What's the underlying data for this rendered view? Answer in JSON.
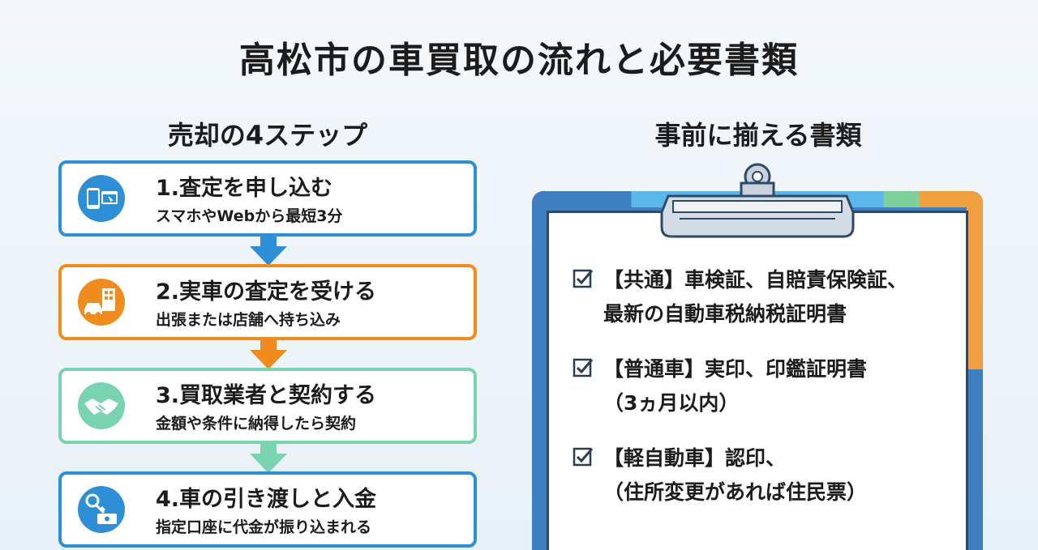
{
  "title": "高松市の車買取の流れと必要書類",
  "steps_section": {
    "title": "売却の4ステップ",
    "steps": [
      {
        "title": "1.査定を申し込む",
        "desc": "スマホやWebから最短3分",
        "color": "#2f8fd6",
        "icon": "smartphone-web-icon"
      },
      {
        "title": "2.実車の査定を受ける",
        "desc": "出張または店舗へ持ち込み",
        "color": "#f08c1e",
        "icon": "car-store-icon"
      },
      {
        "title": "3.買取業者と契約する",
        "desc": "金額や条件に納得したら契約",
        "color": "#79d3b0",
        "icon": "handshake-icon"
      },
      {
        "title": "4.車の引き渡しと入金",
        "desc": "指定口座に代金が振り込まれる",
        "color": "#2f8fd6",
        "icon": "key-money-icon"
      }
    ],
    "arrow_colors": [
      "#2f8fd6",
      "#f08c1e",
      "#79d3b0"
    ]
  },
  "docs_section": {
    "title": "事前に揃える書類",
    "items": [
      {
        "line1": "【共通】車検証、自賠責保険証、",
        "line2": "最新の自動車税納税証明書"
      },
      {
        "line1": "【普通車】実印、印鑑証明書",
        "line2": "（3ヵ月以内）"
      },
      {
        "line1": "【軽自動車】認印、",
        "line2": "（住所変更があれば住民票）"
      }
    ]
  }
}
